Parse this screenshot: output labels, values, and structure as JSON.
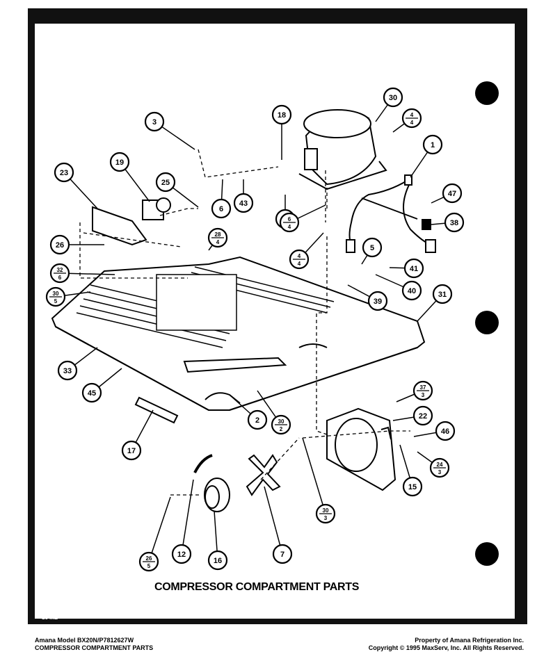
{
  "title": "COMPRESSOR COMPARTMENT PARTS",
  "page_code": "16 ME⁷⁴ ⁷",
  "footer_left": {
    "line1": "Amana Model BX20N/P7812627W",
    "line2": "COMPRESSOR COMPARTMENT PARTS"
  },
  "footer_right": {
    "line1": "Property of Amana Refrigeration Inc.",
    "line2": "Copyright © 1995 MaxServ, Inc.  All Rights Reserved."
  },
  "callouts": [
    {
      "id": "c30",
      "label": "30"
    },
    {
      "id": "c1",
      "label": "1"
    },
    {
      "id": "c3",
      "label": "3"
    },
    {
      "id": "c18",
      "label": "18"
    },
    {
      "id": "c4_4",
      "top": "4",
      "bottom": "4"
    },
    {
      "id": "c23",
      "label": "23"
    },
    {
      "id": "c19",
      "label": "19"
    },
    {
      "id": "c25",
      "label": "25"
    },
    {
      "id": "c6",
      "label": "6"
    },
    {
      "id": "c43",
      "label": "43"
    },
    {
      "id": "c13",
      "label": "13"
    },
    {
      "id": "c47",
      "label": "47"
    },
    {
      "id": "c38",
      "label": "38"
    },
    {
      "id": "c6_4",
      "top": "6",
      "bottom": "4"
    },
    {
      "id": "c26",
      "label": "26"
    },
    {
      "id": "c28_4",
      "top": "28",
      "bottom": "4"
    },
    {
      "id": "c4_4b",
      "top": "4",
      "bottom": "4"
    },
    {
      "id": "c5",
      "label": "5"
    },
    {
      "id": "c41",
      "label": "41"
    },
    {
      "id": "c32_6",
      "top": "32",
      "bottom": "6"
    },
    {
      "id": "c40",
      "label": "40"
    },
    {
      "id": "c30_5",
      "top": "30",
      "bottom": "5"
    },
    {
      "id": "c39",
      "label": "39"
    },
    {
      "id": "c31",
      "label": "31"
    },
    {
      "id": "c33",
      "label": "33"
    },
    {
      "id": "c45",
      "label": "45"
    },
    {
      "id": "c37_3",
      "top": "37",
      "bottom": "3"
    },
    {
      "id": "c22",
      "label": "22"
    },
    {
      "id": "c2",
      "label": "2"
    },
    {
      "id": "c30_2",
      "top": "30",
      "bottom": "2"
    },
    {
      "id": "c46",
      "label": "46"
    },
    {
      "id": "c17",
      "label": "17"
    },
    {
      "id": "c24_3",
      "top": "24",
      "bottom": "3"
    },
    {
      "id": "c15",
      "label": "15"
    },
    {
      "id": "c30_3",
      "top": "30",
      "bottom": "3"
    },
    {
      "id": "c12",
      "label": "12"
    },
    {
      "id": "c16",
      "label": "16"
    },
    {
      "id": "c7",
      "label": "7"
    },
    {
      "id": "c26_5",
      "top": "26",
      "bottom": "5"
    }
  ]
}
